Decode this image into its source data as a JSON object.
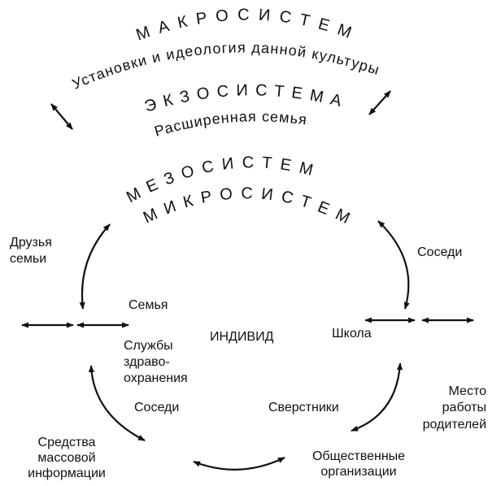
{
  "macrosystem": {
    "title": "МАКРОСИСТЕМА",
    "subtitle": "Установки и идеология данной культуры"
  },
  "exosystem": {
    "title": "ЭКЗОСИСТЕМА",
    "subtitle": "Расширенная семья"
  },
  "mesosystem": {
    "title": "МЕЗОСИСТЕМА"
  },
  "microsystem": {
    "title": "МИКРОСИСТЕМА"
  },
  "center": {
    "label": "ИНДИВИД"
  },
  "outer_labels": {
    "friends": [
      "Друзья",
      "семьи"
    ],
    "neighbors_right": "Соседи",
    "parents_work": [
      "Место",
      "работы",
      "родителей"
    ],
    "mass_media": [
      "Средства",
      "массовой",
      "информации"
    ],
    "public_orgs": [
      "Общественные",
      "организации"
    ]
  },
  "inner_labels": {
    "family": "Семья",
    "health": [
      "Службы",
      "здраво-",
      "охранения"
    ],
    "neighbors_inner": "Соседи",
    "peers": "Сверстники",
    "school": "Школа"
  }
}
